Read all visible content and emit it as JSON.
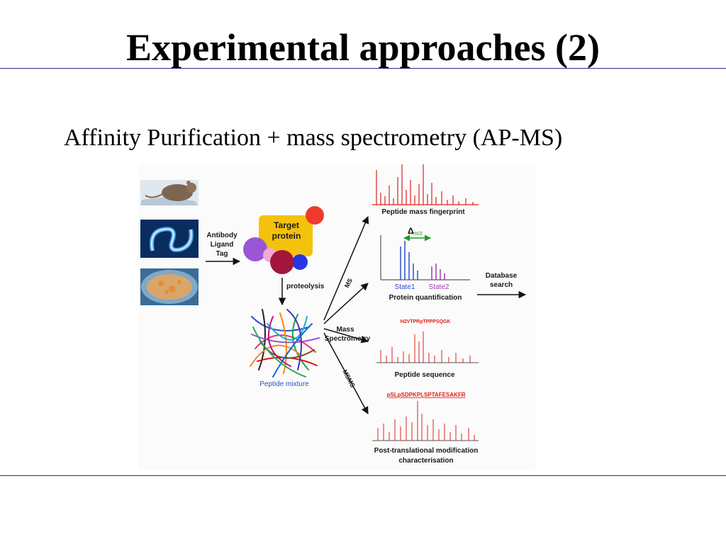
{
  "slide": {
    "title": "Experimental approaches (2)",
    "subtitle": "Affinity Purification + mass spectrometry (AP-MS)"
  },
  "diagram": {
    "source_labels": [
      "Antibody",
      "Ligand",
      "Tag"
    ],
    "target_label_line1": "Target",
    "target_label_line2": "protein",
    "proteolysis_label": "proteolysis",
    "mixture_label": "Peptide mixture",
    "ms_label_line1": "Mass",
    "ms_label_line2": "Spectrometry",
    "branch_ms": "MS",
    "branch_msms": "MSMS",
    "fingerprint_caption": "Peptide mass fingerprint",
    "delta_symbol": "Δ",
    "delta_subscript": "m/z",
    "state1": "State1",
    "state2": "State2",
    "quant_caption": "Protein quantification",
    "database_line1": "Database",
    "database_line2": "search",
    "sequence_text": "H2VTPRpTPPPSQGK",
    "sequence_caption": "Peptide sequence",
    "ptm_sequence_text": "pSLpSDPKPLSPTAFESAKFR",
    "ptm_caption_line1": "Post-translational modification",
    "ptm_caption_line2": "characterisation"
  },
  "colors": {
    "rule": "#2b2b8c",
    "target_yellow": "#f4c20d",
    "spectrum_red": "#e0201a",
    "state1_blue": "#2b4fd0",
    "state2_purple": "#a23cb5",
    "arrow_green": "#1f9a2a"
  }
}
